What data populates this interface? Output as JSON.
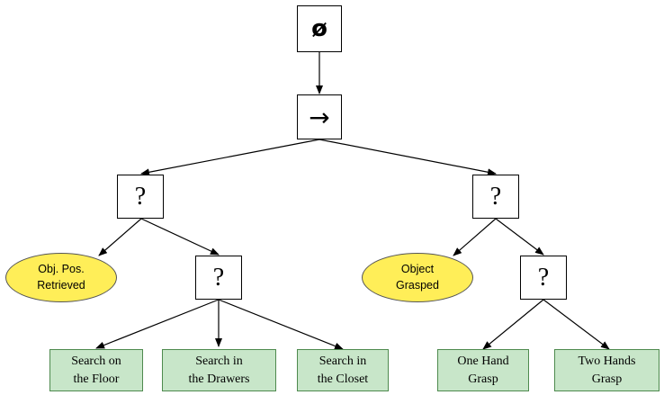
{
  "colors": {
    "condition_fill": "#ffee58",
    "action_fill": "#c8e6c9",
    "edge": "#000000"
  },
  "tree": {
    "root": {
      "symbol": "ø"
    },
    "sequence": {
      "symbol": "→"
    },
    "fallback_left": {
      "symbol": "?"
    },
    "fallback_right": {
      "symbol": "?"
    },
    "fallback_search": {
      "symbol": "?"
    },
    "fallback_grasp": {
      "symbol": "?"
    },
    "condition_obj_pos": {
      "label": "Obj. Pos.\nRetrieved"
    },
    "condition_object_grasped": {
      "label": "Object\nGrasped"
    },
    "action_search_floor": {
      "label": "Search on\nthe Floor"
    },
    "action_search_drawers": {
      "label": "Search in\nthe Drawers"
    },
    "action_search_closet": {
      "label": "Search in\nthe Closet"
    },
    "action_one_hand": {
      "label": "One Hand\nGrasp"
    },
    "action_two_hands": {
      "label": "Two Hands\nGrasp"
    }
  }
}
